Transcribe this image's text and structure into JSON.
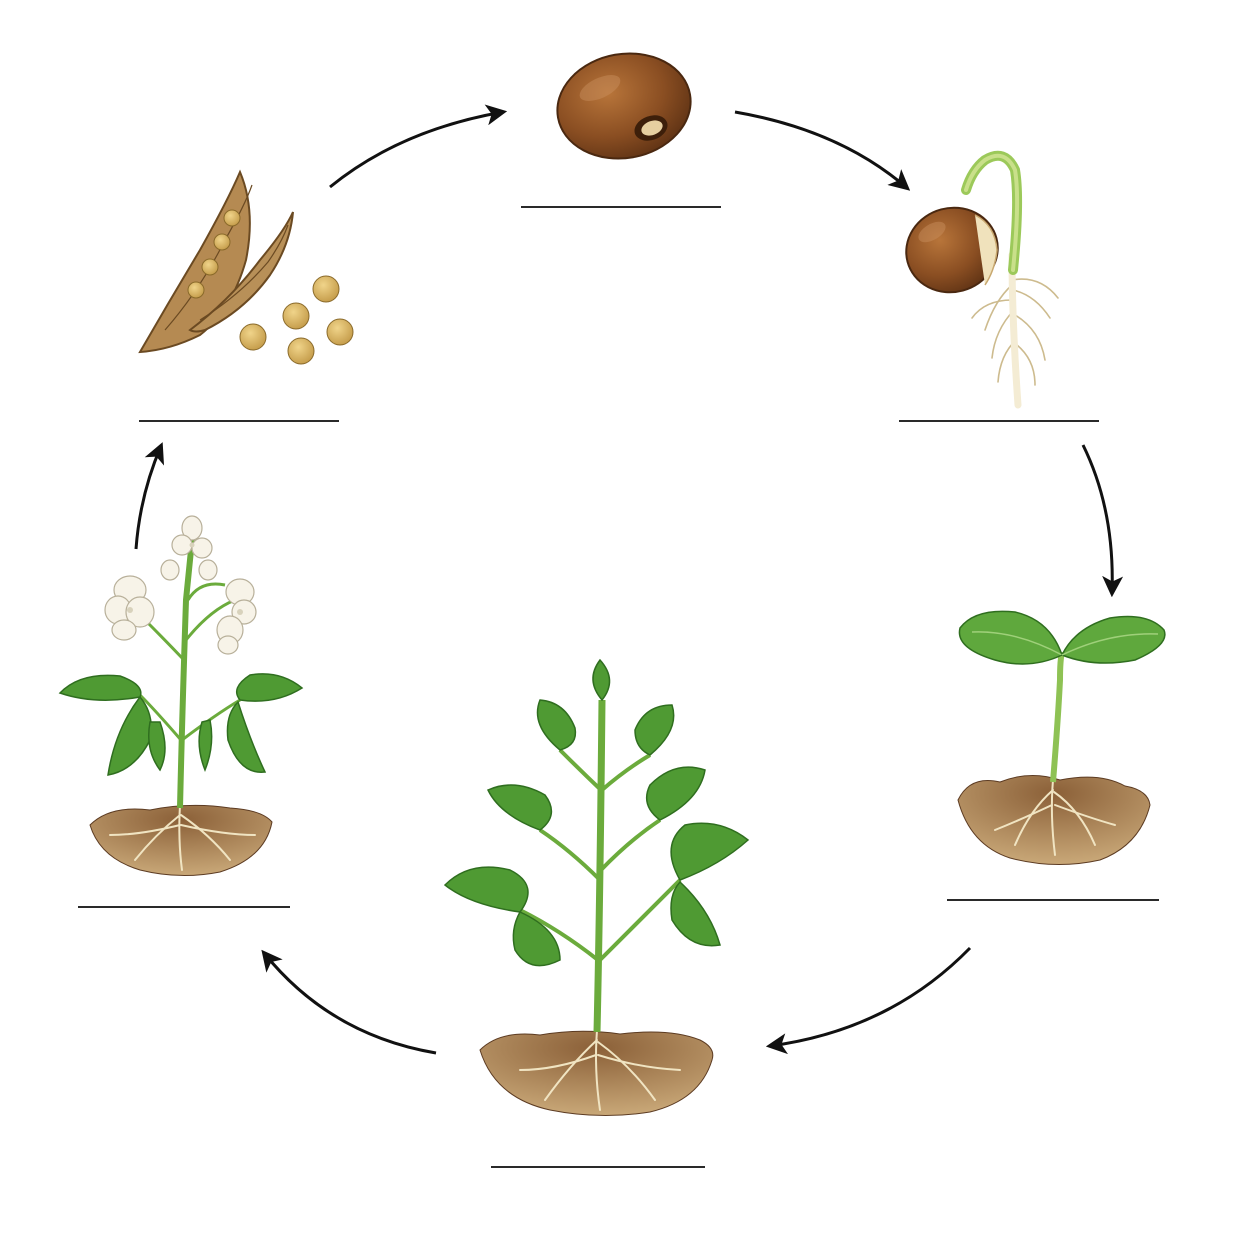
{
  "diagram": {
    "title": "",
    "stages": [
      {
        "id": "seed",
        "label": ""
      },
      {
        "id": "germination",
        "label": ""
      },
      {
        "id": "seedling",
        "label": ""
      },
      {
        "id": "young-plant",
        "label": ""
      },
      {
        "id": "flowering-plant",
        "label": ""
      },
      {
        "id": "seed-pod",
        "label": ""
      }
    ],
    "cycle_direction": "clockwise",
    "colors": {
      "seed_brown": "#8a4e22",
      "seed_dark": "#6b3a17",
      "pod_tan": "#b58a52",
      "pea_yellow": "#d8b463",
      "leaf_green": "#4f9a33",
      "leaf_dark": "#2f6e1f",
      "stem_green": "#6bab3c",
      "flower_white": "#f7f3e8",
      "soil_brown": "#7a5232",
      "root_cream": "#efe3c4",
      "arrow": "#111111"
    }
  }
}
